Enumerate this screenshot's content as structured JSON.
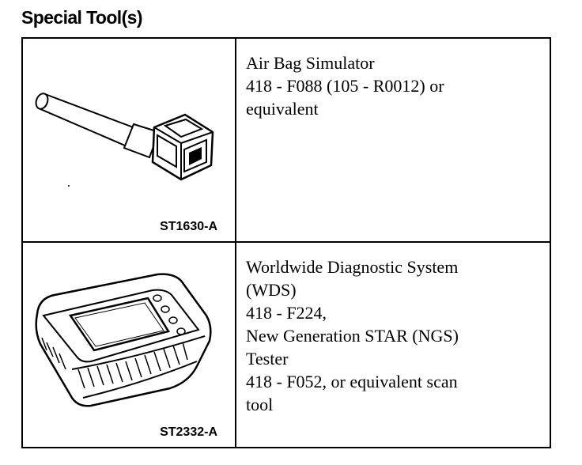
{
  "heading": "Special Tool(s)",
  "tools": [
    {
      "figure_code": "ST1630-A",
      "illustration": "air-bag-simulator-connector-icon",
      "lines": [
        "Air Bag Simulator",
        "418 - F088 (105 - R0012) or",
        "equivalent"
      ]
    },
    {
      "figure_code": "ST2332-A",
      "illustration": "diagnostic-tester-device-icon",
      "lines": [
        "Worldwide Diagnostic System",
        "(WDS)",
        "418 - F224,",
        "New Generation STAR (NGS)",
        "Tester",
        "418 - F052, or equivalent scan",
        "tool"
      ]
    }
  ]
}
